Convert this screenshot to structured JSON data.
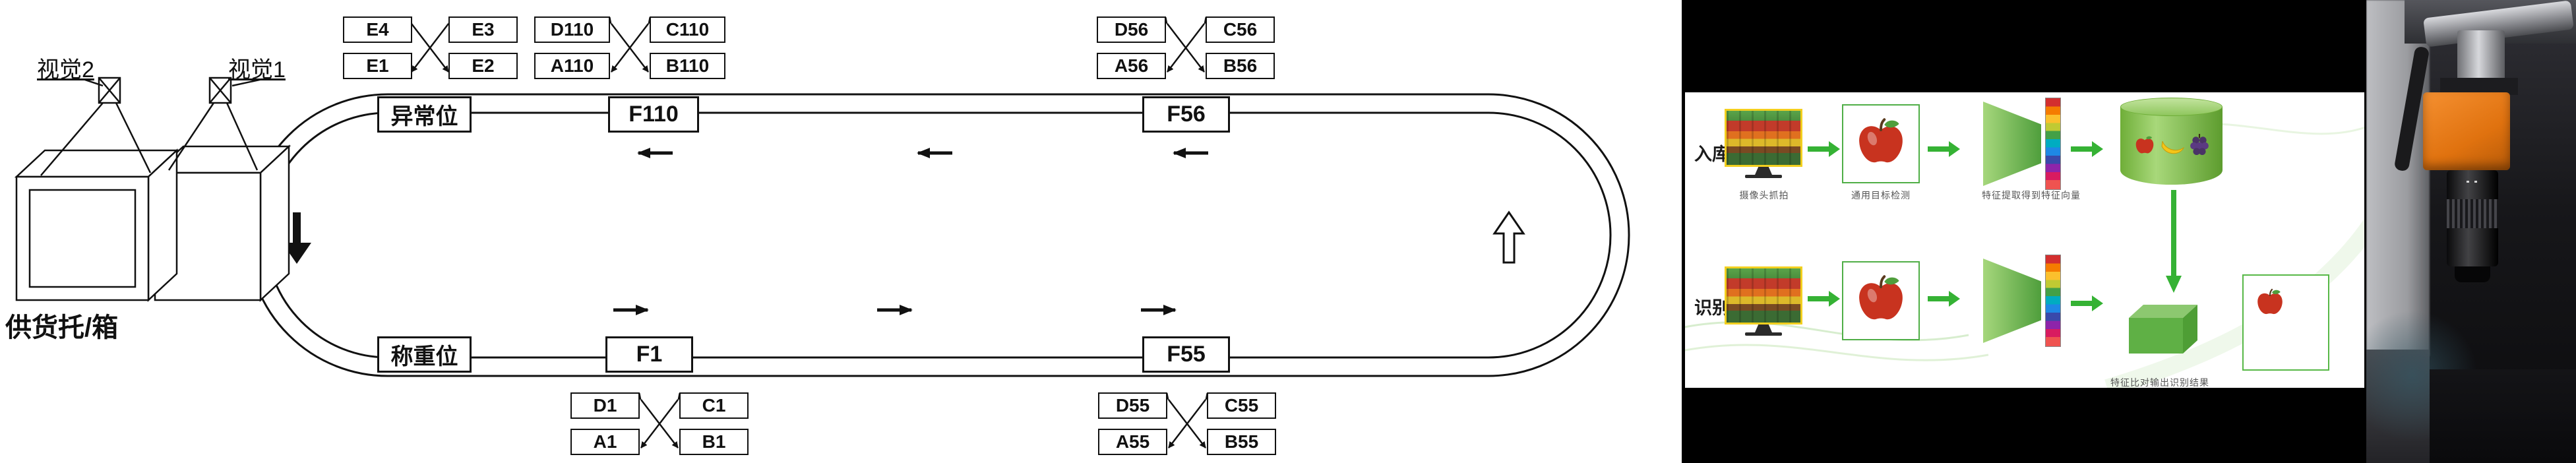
{
  "diagram": {
    "vision2_label": "视觉2",
    "vision1_label": "视觉1",
    "supply_label": "供货托/箱",
    "stations": {
      "abnormal": "异常位",
      "f110": "F110",
      "f56": "F56",
      "weigh": "称重位",
      "f1": "F1",
      "f55": "F55"
    },
    "groups": {
      "e": [
        "E4",
        "E3",
        "E1",
        "E2"
      ],
      "g110": [
        "D110",
        "C110",
        "A110",
        "B110"
      ],
      "g56": [
        "D56",
        "C56",
        "A56",
        "B56"
      ],
      "g1": [
        "D1",
        "C1",
        "A1",
        "B1"
      ],
      "g55": [
        "D55",
        "C55",
        "A55",
        "B55"
      ]
    }
  },
  "slide": {
    "inbound_label": "入库",
    "recognize_label": "识别",
    "captions": {
      "camera": "摄像头抓拍",
      "detect": "通用目标检测",
      "feature": "特征提取得到特征向量",
      "match": "特征比对输出识别结果"
    }
  },
  "colors": {
    "flow_green": "#35b234",
    "monitor_highlight": "#f2cf1f",
    "apple_red": "#c8331f",
    "camera_orange": "#e8791c"
  }
}
